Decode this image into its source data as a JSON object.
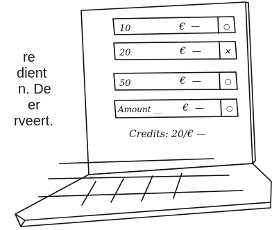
{
  "description_text": {
    "lines": [
      "re",
      "dient",
      "n. De",
      "er",
      "rveert."
    ]
  },
  "amount_rows": [
    {
      "label": "10",
      "currency": "€",
      "field": "—",
      "checkbox": "○",
      "selected": false
    },
    {
      "label": "20",
      "currency": "€",
      "field": "—",
      "checkbox": "✕",
      "selected": true
    },
    {
      "label": "50",
      "currency": "€",
      "field": "—",
      "checkbox": "○",
      "selected": false
    },
    {
      "label": "Amount __",
      "currency": "€",
      "field": "—",
      "checkbox": "○",
      "selected": false
    }
  ],
  "credits_text": "Credits: 20/€ —"
}
